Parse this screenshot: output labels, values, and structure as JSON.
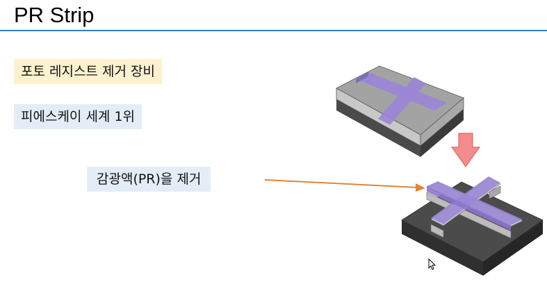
{
  "slide": {
    "title": "PR Strip",
    "bullets": [
      "포토 레지스트 제거 장비",
      "피에스케이 세계 1위"
    ],
    "callout": "감광액(PR)을 제거"
  },
  "colors": {
    "title_rule": "#3b7bbd",
    "bullet_highlight_yellow": "#fdf1cf",
    "bullet_highlight_blue": "#e4edf7",
    "photoresist": "#9b86d6",
    "arrow_red": "#f08a8a",
    "callout_arrow": "#e0853a"
  },
  "icons": {
    "down_arrow": "down-arrow-icon",
    "cursor": "cursor-icon"
  }
}
